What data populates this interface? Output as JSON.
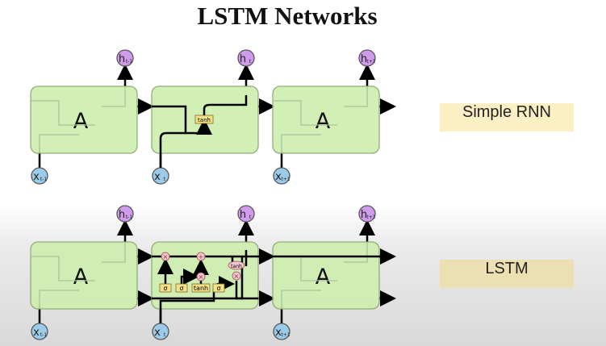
{
  "title": "LSTM Networks",
  "rows": [
    {
      "label": "Simple RNN"
    },
    {
      "label": "LSTM"
    }
  ],
  "cell_label": "A",
  "outputs": [
    "h",
    "h",
    "h"
  ],
  "output_subs": [
    "t-1",
    "t",
    "t+1"
  ],
  "inputs": [
    "x",
    "x",
    "x"
  ],
  "input_subs": [
    "t-1",
    "t",
    "t+1"
  ],
  "rnn_gate": "tanh",
  "lstm_gates": [
    "σ",
    "σ",
    "tanh",
    "σ"
  ],
  "lstm_ops": [
    "×",
    "+",
    "×",
    "×"
  ],
  "lstm_output_op": "tanh",
  "colors": {
    "cell": "#cfeeb0",
    "gate": "#f3e28a",
    "op": "#f1c7cf",
    "h": "#cf9bea",
    "x": "#9ccbe9",
    "label_top": "#fcefc4",
    "label_bottom": "#ece0b2"
  }
}
